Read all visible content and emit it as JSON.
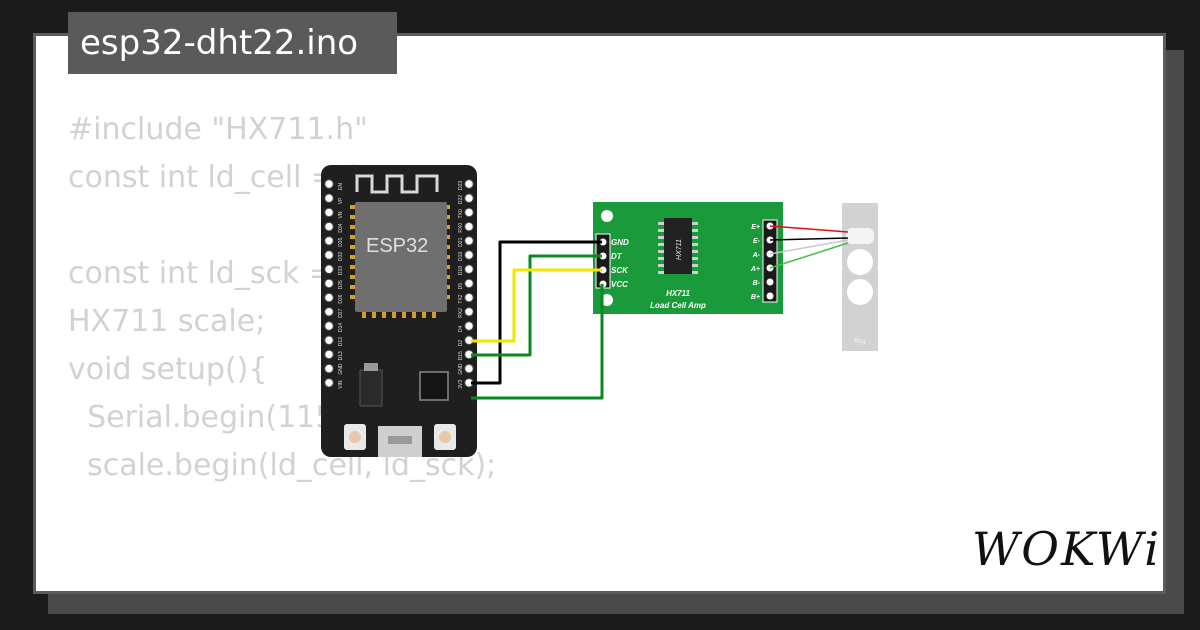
{
  "window": {
    "title": "esp32-dht22.ino"
  },
  "code_lines": [
    "#include \"HX711.h\"",
    "const int ld_cell = 2;",
    "",
    "const int ld_sck = 4;",
    "HX711 scale;",
    "void setup(){",
    "  Serial.begin(115200);",
    "  scale.begin(ld_cell, ld_sck);"
  ],
  "esp32": {
    "label": "ESP32",
    "left_pins": [
      "EN",
      "VP",
      "VN",
      "D34",
      "D35",
      "D32",
      "D33",
      "D25",
      "D26",
      "D27",
      "D14",
      "D12",
      "D13",
      "GND",
      "VIN"
    ],
    "right_pins": [
      "D23",
      "D22",
      "TX0",
      "RX0",
      "D21",
      "D19",
      "D18",
      "D5",
      "TX2",
      "RX2",
      "D4",
      "D2",
      "D15",
      "GND",
      "3V3"
    ]
  },
  "hx711": {
    "chip_label": "HX711",
    "board_line1": "HX711",
    "board_line2": "Load Cell Amp",
    "left_pins": [
      "GND",
      "DT",
      "SCK",
      "VCC"
    ],
    "right_pins": [
      "E+",
      "E-",
      "A-",
      "A+",
      "B-",
      "B+"
    ]
  },
  "load_cell": {
    "label": "5kg"
  },
  "brand": {
    "name": "WOKWi"
  },
  "colors": {
    "wire_black": "#000000",
    "wire_green": "#0a8a1e",
    "wire_yellow": "#f2e600",
    "wire_red": "#e01010",
    "wire_gray": "#c8c8c8",
    "wire_lightgreen": "#3cc43c",
    "board_green": "#1a9a3a"
  }
}
